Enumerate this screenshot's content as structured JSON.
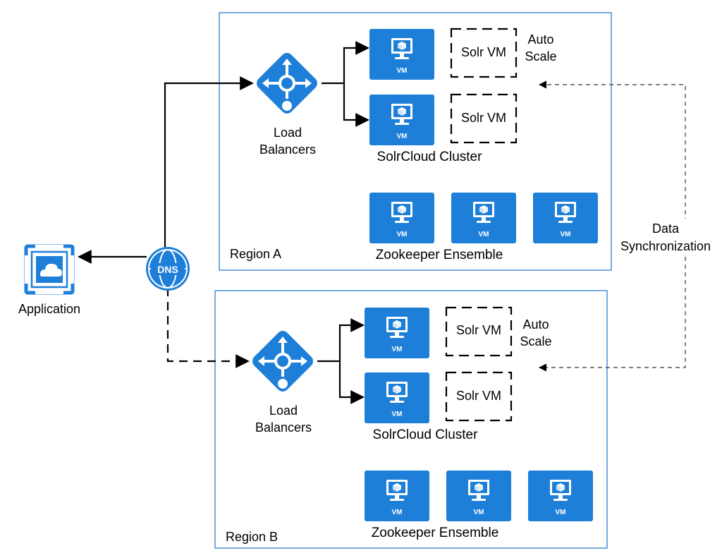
{
  "colors": {
    "accent": "#1e7fd8",
    "region_border": "#2d7fd1",
    "line": "#000000",
    "dashed_line": "#555555"
  },
  "application": {
    "label": "Application",
    "icon": "cloud-app-icon"
  },
  "dns": {
    "label": "DNS",
    "icon": "dns-globe-icon"
  },
  "regions": [
    {
      "name": "Region A",
      "load_balancer": {
        "line1": "Load",
        "line2": "Balancers"
      },
      "solr_cluster_label": "SolrCloud Cluster",
      "vm_label": "VM",
      "solr_vm_label": "Solr VM",
      "auto_scale": {
        "line1": "Auto",
        "line2": "Scale"
      },
      "zookeeper_label": "Zookeeper Ensemble"
    },
    {
      "name": "Region B",
      "load_balancer": {
        "line1": "Load",
        "line2": "Balancers"
      },
      "solr_cluster_label": "SolrCloud Cluster",
      "vm_label": "VM",
      "solr_vm_label": "Solr VM",
      "auto_scale": {
        "line1": "Auto",
        "line2": "Scale"
      },
      "zookeeper_label": "Zookeeper Ensemble"
    }
  ],
  "data_sync": {
    "line1": "Data",
    "line2": "Synchronization"
  }
}
